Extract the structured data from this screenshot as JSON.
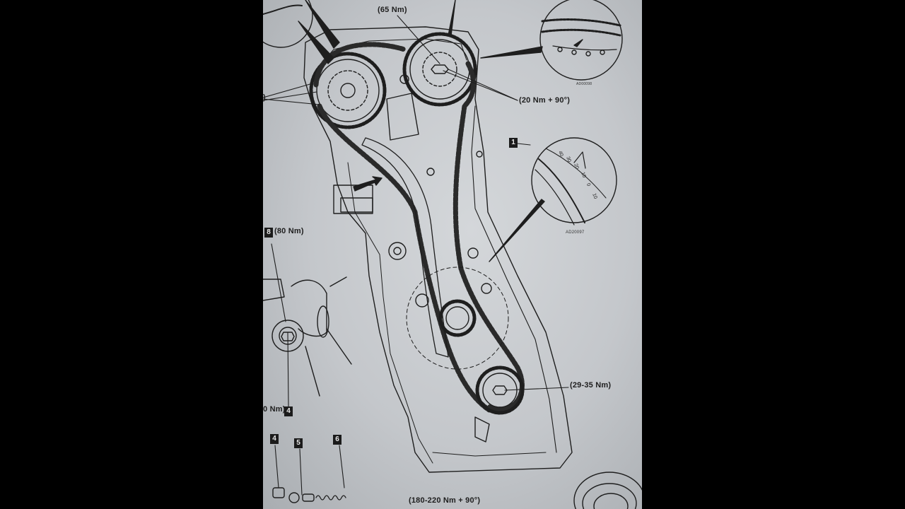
{
  "diagram": {
    "torque_labels": {
      "top_cam_sprocket": "(65 Nm)",
      "cam_bolts": "(20 Nm + 90°)",
      "crank_sprocket": "(29-35 Nm)",
      "left_component": "(80 Nm)",
      "left_partial": "0 Nm)",
      "left_partial_top": ")",
      "crank_bolt": "(180-220 Nm + 90°)"
    },
    "callouts": {
      "detail_timing_mark": "1",
      "left_component": "8",
      "left_lower": "4",
      "parts_a": "4",
      "parts_b": "5",
      "parts_c": "6"
    },
    "reference_codes": {
      "top_detail": "AD00098",
      "timing_detail": "AD20097"
    },
    "timing_scale": [
      "40",
      "30",
      "20",
      "10",
      "0",
      "10"
    ]
  }
}
